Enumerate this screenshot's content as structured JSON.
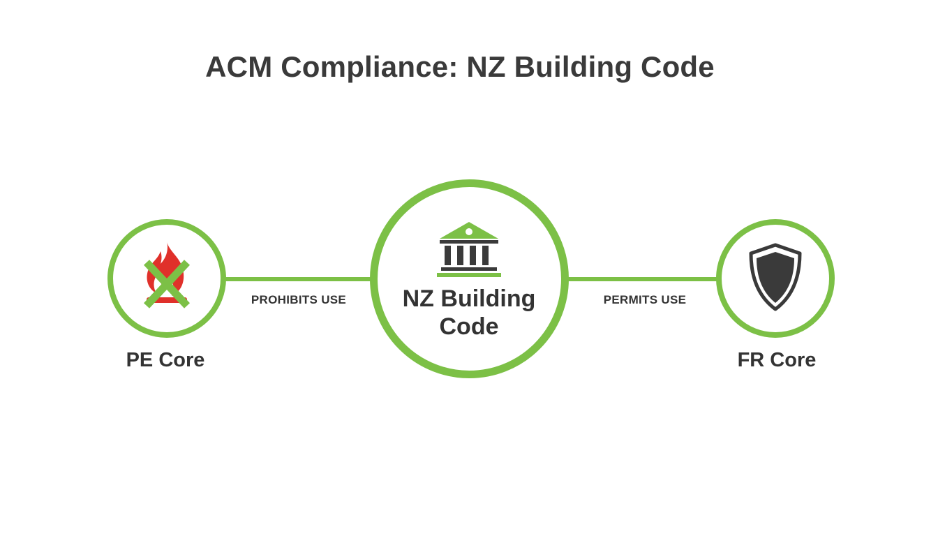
{
  "title": "ACM Compliance: NZ Building Code",
  "colors": {
    "accent_green": "#7cc046",
    "flame_red": "#e0302a",
    "dark_gray": "#3a3a3a"
  },
  "nodes": {
    "left": {
      "label": "PE Core",
      "icon": "crossed-out-flame-icon"
    },
    "center": {
      "label_line1": "NZ Building",
      "label_line2": "Code",
      "icon": "government-building-icon"
    },
    "right": {
      "label": "FR Core",
      "icon": "shield-icon"
    }
  },
  "edges": {
    "left": "PROHIBITS USE",
    "right": "PERMITS USE"
  }
}
